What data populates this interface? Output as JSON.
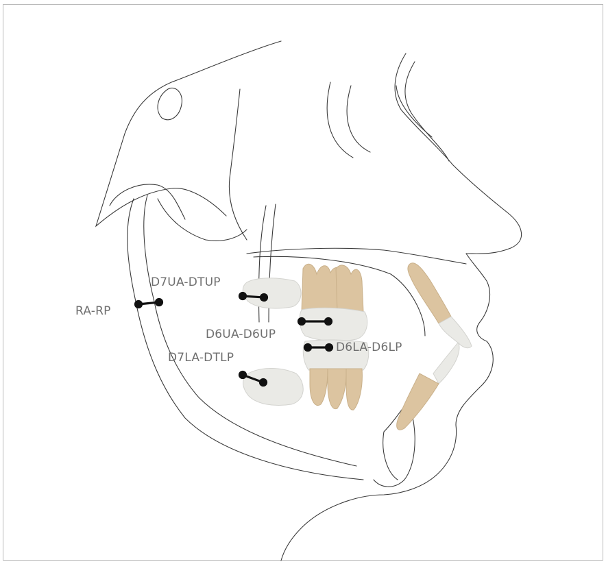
{
  "labels": {
    "ra_rp": "RA-RP",
    "d7ua_dtup": "D7UA-DTUP",
    "d6ua_d6up": "D6UA-D6UP",
    "d6la_d6lp": "D6LA-D6LP",
    "d7la_dtlp": "D7LA-DTLP"
  },
  "colors": {
    "outline": "#3a3a3a",
    "tooth_root": "#dcc4a0",
    "tooth_crown": "#eaeae6",
    "marker": "#111111",
    "label_text": "#6f6f6f"
  }
}
